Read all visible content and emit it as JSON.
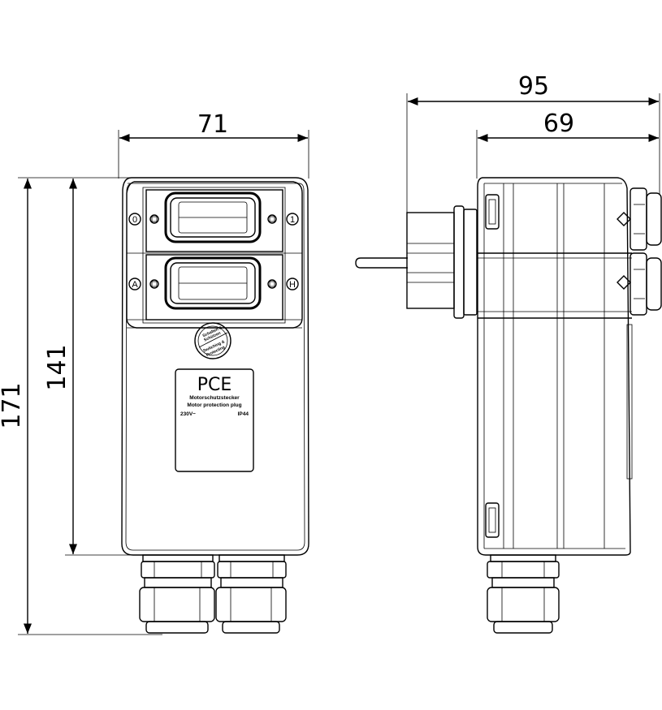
{
  "dimensions": {
    "overall_width": "71",
    "overall_height": "171",
    "housing_height": "141",
    "side_total_depth": "95",
    "side_housing_depth": "69"
  },
  "label": {
    "brand": "PCE",
    "line_de": "Motorschutzstecker",
    "line_en": "Motor protection plug",
    "voltage": "230V~",
    "ip_rating": "IP44"
  },
  "switches": {
    "top_left": "0",
    "top_right": "1",
    "bottom_left": "A",
    "bottom_right": "H"
  },
  "seal": {
    "line1": "Schalten &",
    "line2": "Schützen",
    "line3": "Switching &",
    "line4": "Protecting"
  }
}
